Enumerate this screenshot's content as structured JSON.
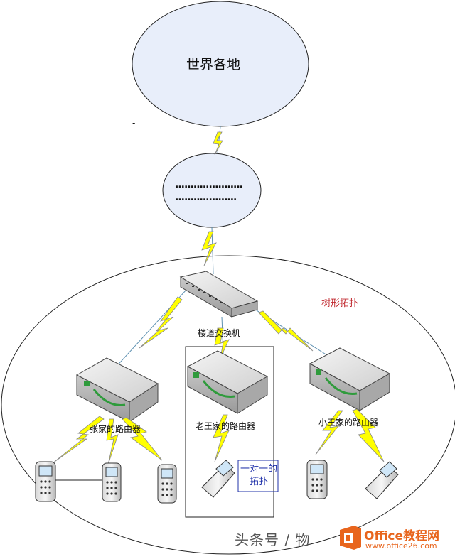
{
  "labels": {
    "world": "世界各地",
    "dots_line1": "......................",
    "dots_line2": "....................",
    "dash": "-",
    "tree_topology": "树形拓扑",
    "switch": "楼道交换机",
    "router_left": "张家的路由器",
    "router_middle": "老王家的路由器",
    "router_right": "小王家的路由器",
    "one_to_one": "一对一的拓扑"
  },
  "watermark": {
    "text": "头条号 / 物",
    "brand": "Office教程网",
    "url": "www.office26.com"
  },
  "colors": {
    "cloud_fill": "#e8eefa",
    "lightning": "#ffff00",
    "tree_label": "#c0272d",
    "one_to_one_label": "#2233aa",
    "watermark_brand": "#e8651d"
  }
}
